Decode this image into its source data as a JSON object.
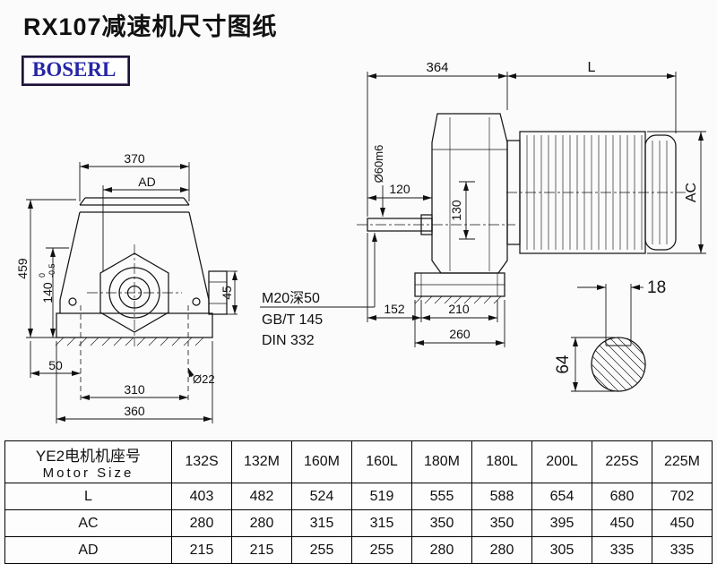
{
  "page": {
    "title": "RX107减速机尺寸图纸",
    "logo_text": "BOSERL"
  },
  "front_view": {
    "dim_top_width": "370",
    "dim_ad": "AD",
    "dim_height": "459",
    "dim_shaft_height": "140",
    "dim_shaft_height_tol_upper": "0",
    "dim_shaft_height_tol_lower": "-0.5",
    "dim_flange": "45",
    "dim_foot_offset": "50",
    "dim_bolt_span": "310",
    "dim_base_width": "360",
    "dim_hole_dia": "Ø22"
  },
  "side_view": {
    "dim_housing_length": "364",
    "dim_l": "L",
    "dim_shaft_dia": "Ø60m6",
    "dim_shaft_length": "120",
    "dim_center": "130",
    "dim_ac": "AC",
    "thread_spec": "M20深50",
    "standard_1": "GB/T 145",
    "standard_2": "DIN 332",
    "dim_foot_1": "152",
    "dim_foot_2": "210",
    "dim_base_length": "260"
  },
  "shaft_end_view": {
    "dim_key_width": "18",
    "dim_diameter": "64"
  },
  "table": {
    "header_cn": "YE2电机机座号",
    "header_en": "Motor Size",
    "columns": [
      "132S",
      "132M",
      "160M",
      "160L",
      "180M",
      "180L",
      "200L",
      "225S",
      "225M"
    ],
    "rows": [
      {
        "label": "L",
        "values": [
          "403",
          "482",
          "524",
          "519",
          "555",
          "588",
          "654",
          "680",
          "702"
        ]
      },
      {
        "label": "AC",
        "values": [
          "280",
          "280",
          "315",
          "315",
          "350",
          "350",
          "395",
          "450",
          "450"
        ]
      },
      {
        "label": "AD",
        "values": [
          "215",
          "215",
          "255",
          "255",
          "280",
          "280",
          "305",
          "335",
          "335"
        ]
      }
    ]
  }
}
